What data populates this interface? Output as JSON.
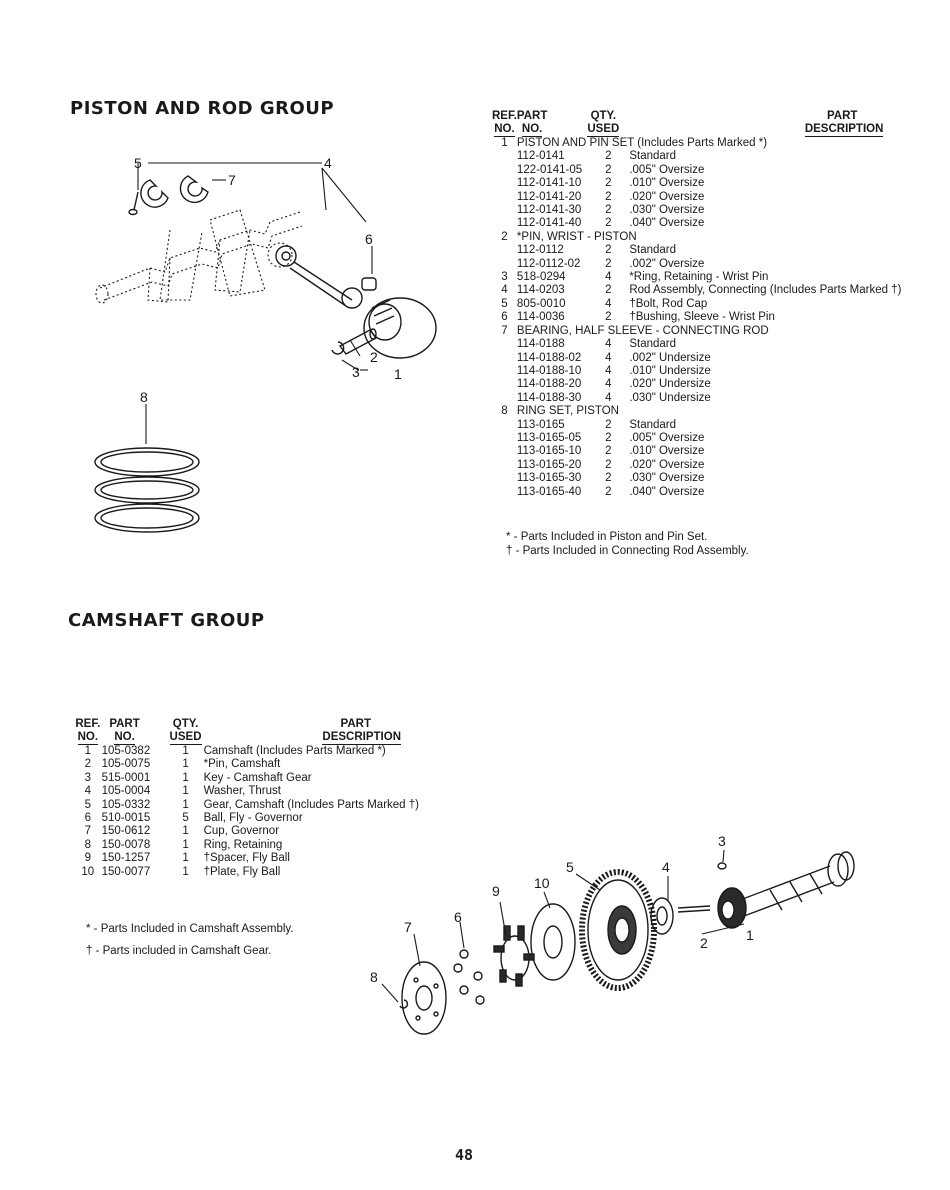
{
  "piston": {
    "title": "PISTON AND ROD GROUP",
    "headers": {
      "ref_1": "REF.",
      "ref_2": "NO.",
      "part_1": "PART",
      "part_2": "NO.",
      "qty_1": "QTY.",
      "qty_2": "USED",
      "desc_1": "PART",
      "desc_2": "DESCRIPTION"
    },
    "rows": [
      {
        "ref": "1",
        "span": "PISTON AND PIN SET (Includes Parts Marked *)"
      },
      {
        "part": "112-0141",
        "qty": "2",
        "desc": "Standard"
      },
      {
        "part": "122-0141-05",
        "qty": "2",
        "desc": ".005\" Oversize"
      },
      {
        "part": "112-0141-10",
        "qty": "2",
        "desc": ".010\" Oversize"
      },
      {
        "part": "112-0141-20",
        "qty": "2",
        "desc": ".020\" Oversize"
      },
      {
        "part": "112-0141-30",
        "qty": "2",
        "desc": ".030\" Oversize"
      },
      {
        "part": "112-0141-40",
        "qty": "2",
        "desc": ".040\" Oversize"
      },
      {
        "ref": "2",
        "span": "*PIN, WRIST - PISTON"
      },
      {
        "part": "112-0112",
        "qty": "2",
        "desc": "Standard"
      },
      {
        "part": "112-0112-02",
        "qty": "2",
        "desc": ".002\" Oversize"
      },
      {
        "ref": "3",
        "part": "518-0294",
        "qty": "4",
        "desc": "*Ring, Retaining - Wrist Pin"
      },
      {
        "ref": "4",
        "part": "114-0203",
        "qty": "2",
        "desc": "Rod Assembly, Connecting (Includes Parts Marked †)"
      },
      {
        "ref": "5",
        "part": "805-0010",
        "qty": "4",
        "desc": "†Bolt, Rod Cap"
      },
      {
        "ref": "6",
        "part": "114-0036",
        "qty": "2",
        "desc": "†Bushing, Sleeve - Wrist Pin"
      },
      {
        "ref": "7",
        "span": "BEARING, HALF SLEEVE - CONNECTING ROD"
      },
      {
        "part": "114-0188",
        "qty": "4",
        "desc": "Standard"
      },
      {
        "part": "114-0188-02",
        "qty": "4",
        "desc": ".002\" Undersize"
      },
      {
        "part": "114-0188-10",
        "qty": "4",
        "desc": ".010\" Undersize"
      },
      {
        "part": "114-0188-20",
        "qty": "4",
        "desc": ".020\" Undersize"
      },
      {
        "part": "114-0188-30",
        "qty": "4",
        "desc": ".030\" Undersize"
      },
      {
        "ref": "8",
        "span": "RING SET, PISTON"
      },
      {
        "part": "113-0165",
        "qty": "2",
        "desc": "Standard"
      },
      {
        "part": "113-0165-05",
        "qty": "2",
        "desc": ".005\" Oversize"
      },
      {
        "part": "113-0165-10",
        "qty": "2",
        "desc": ".010\" Oversize"
      },
      {
        "part": "113-0165-20",
        "qty": "2",
        "desc": ".020\" Oversize"
      },
      {
        "part": "113-0165-30",
        "qty": "2",
        "desc": ".030\" Oversize"
      },
      {
        "part": "113-0165-40",
        "qty": "2",
        "desc": ".040\" Oversize"
      }
    ],
    "notes": [
      "* - Parts Included in Piston and Pin Set.",
      "† - Parts Included in Connecting Rod Assembly."
    ],
    "callouts": [
      "1",
      "2",
      "3",
      "4",
      "5",
      "6",
      "7",
      "8"
    ]
  },
  "camshaft": {
    "title": "CAMSHAFT GROUP",
    "headers": {
      "ref_1": "REF.",
      "ref_2": "NO.",
      "part_1": "PART",
      "part_2": "NO.",
      "qty_1": "QTY.",
      "qty_2": "USED",
      "desc_1": "PART",
      "desc_2": "DESCRIPTION"
    },
    "rows": [
      {
        "ref": "1",
        "part": "105-0382",
        "qty": "1",
        "desc": "Camshaft (Includes Parts Marked *)"
      },
      {
        "ref": "2",
        "part": "105-0075",
        "qty": "1",
        "desc": "*Pin, Camshaft"
      },
      {
        "ref": "3",
        "part": "515-0001",
        "qty": "1",
        "desc": "Key - Camshaft Gear"
      },
      {
        "ref": "4",
        "part": "105-0004",
        "qty": "1",
        "desc": "Washer, Thrust"
      },
      {
        "ref": "5",
        "part": "105-0332",
        "qty": "1",
        "desc": "Gear, Camshaft (Includes Parts Marked †)"
      },
      {
        "ref": "6",
        "part": "510-0015",
        "qty": "5",
        "desc": "Ball, Fly - Governor"
      },
      {
        "ref": "7",
        "part": "150-0612",
        "qty": "1",
        "desc": "Cup, Governor"
      },
      {
        "ref": "8",
        "part": "150-0078",
        "qty": "1",
        "desc": "Ring, Retaining"
      },
      {
        "ref": "9",
        "part": "150-1257",
        "qty": "1",
        "desc": "†Spacer, Fly Ball"
      },
      {
        "ref": "10",
        "part": "150-0077",
        "qty": "1",
        "desc": "†Plate, Fly Ball"
      }
    ],
    "notes": [
      "* - Parts Included in Camshaft Assembly.",
      "† - Parts included in Camshaft Gear."
    ],
    "callouts": [
      "1",
      "2",
      "3",
      "4",
      "5",
      "6",
      "7",
      "8",
      "9",
      "10"
    ]
  },
  "page_number": "48"
}
